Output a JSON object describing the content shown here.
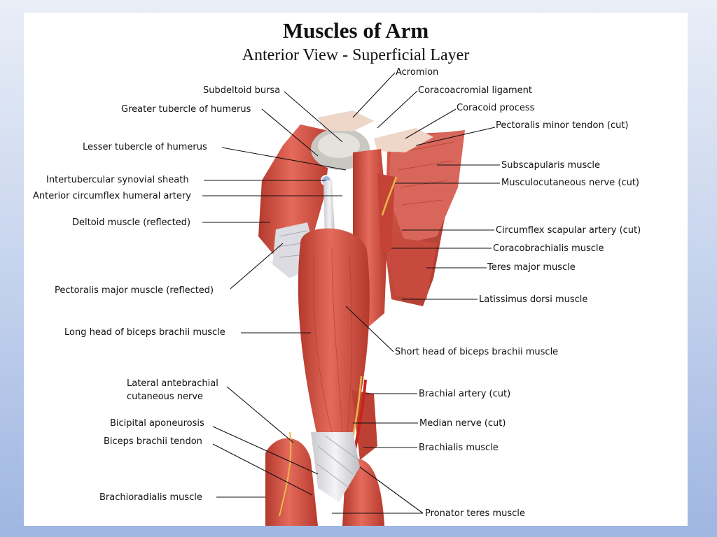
{
  "title": "Muscles of Arm",
  "subtitle": "Anterior View - Superficial Layer",
  "labels_left": [
    "Subdeltoid bursa",
    "Greater tubercle of humerus",
    "Lesser tubercle of humerus",
    "Intertubercular synovial sheath",
    "Anterior circumflex humeral artery",
    "Deltoid muscle (reflected)",
    "Pectoralis major muscle (reflected)",
    "Long head of biceps brachii muscle",
    "Lateral antebrachial",
    "cutaneous nerve",
    "Bicipital aponeurosis",
    "Biceps brachii tendon",
    "Brachioradialis muscle"
  ],
  "labels_right": [
    "Acromion",
    "Coracoacromial ligament",
    "Coracoid process",
    "Pectoralis minor tendon (cut)",
    "Subscapularis muscle",
    "Musculocutaneous nerve (cut)",
    "Circumflex scapular artery (cut)",
    "Coracobrachialis muscle",
    "Teres major muscle",
    "Latissimus dorsi muscle",
    "Short head of biceps brachii muscle",
    "Brachial artery (cut)",
    "Median nerve (cut)",
    "Brachialis muscle",
    "Pronator teres muscle"
  ]
}
